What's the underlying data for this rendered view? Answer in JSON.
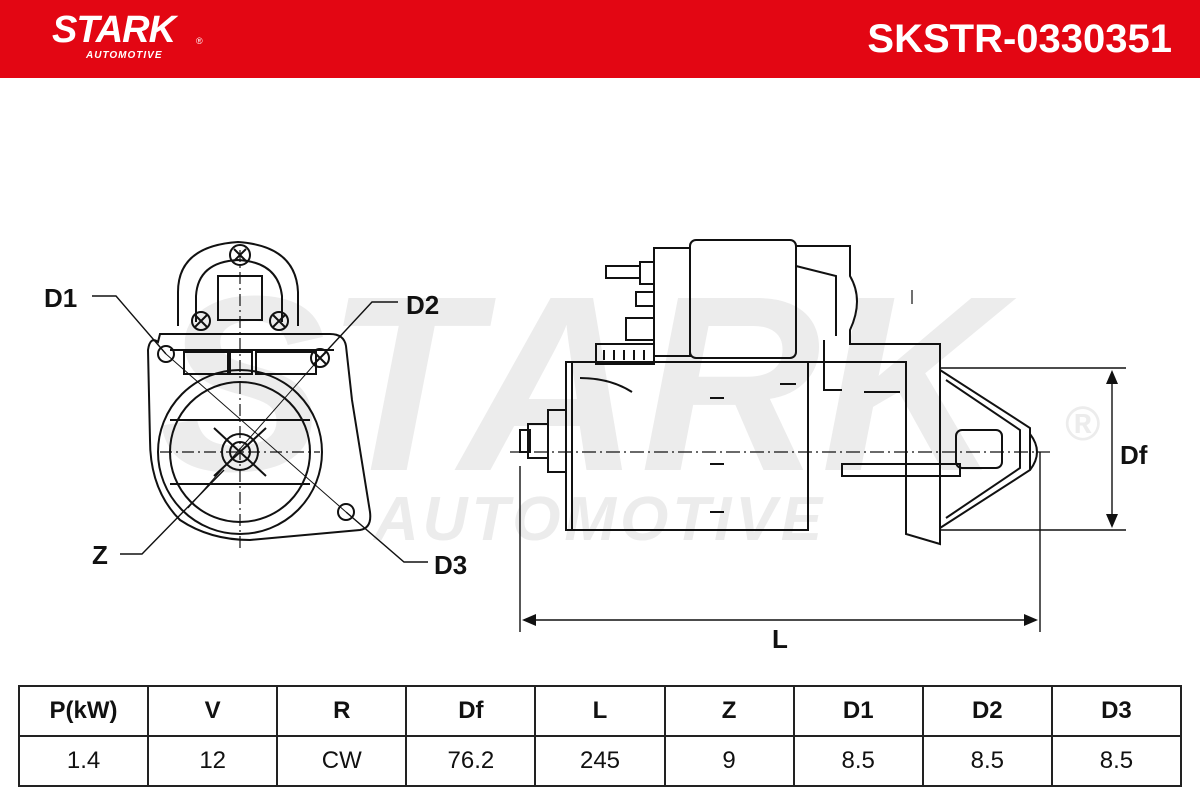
{
  "brand": {
    "name": "STARK",
    "sub": "AUTOMOTIVE",
    "reg": "®",
    "color": "#E30613"
  },
  "part_number": "SKSTR-0330351",
  "watermark": {
    "main": "STARK",
    "sub": "AUTOMOTIVE",
    "reg": "®"
  },
  "diagram_labels": {
    "d1": "D1",
    "d2": "D2",
    "d3": "D3",
    "z": "Z",
    "df": "Df",
    "l": "L"
  },
  "spec_table": {
    "headers": [
      "P(kW)",
      "V",
      "R",
      "Df",
      "L",
      "Z",
      "D1",
      "D2",
      "D3"
    ],
    "values": [
      "1.4",
      "12",
      "CW",
      "76.2",
      "245",
      "9",
      "8.5",
      "8.5",
      "8.5"
    ]
  }
}
